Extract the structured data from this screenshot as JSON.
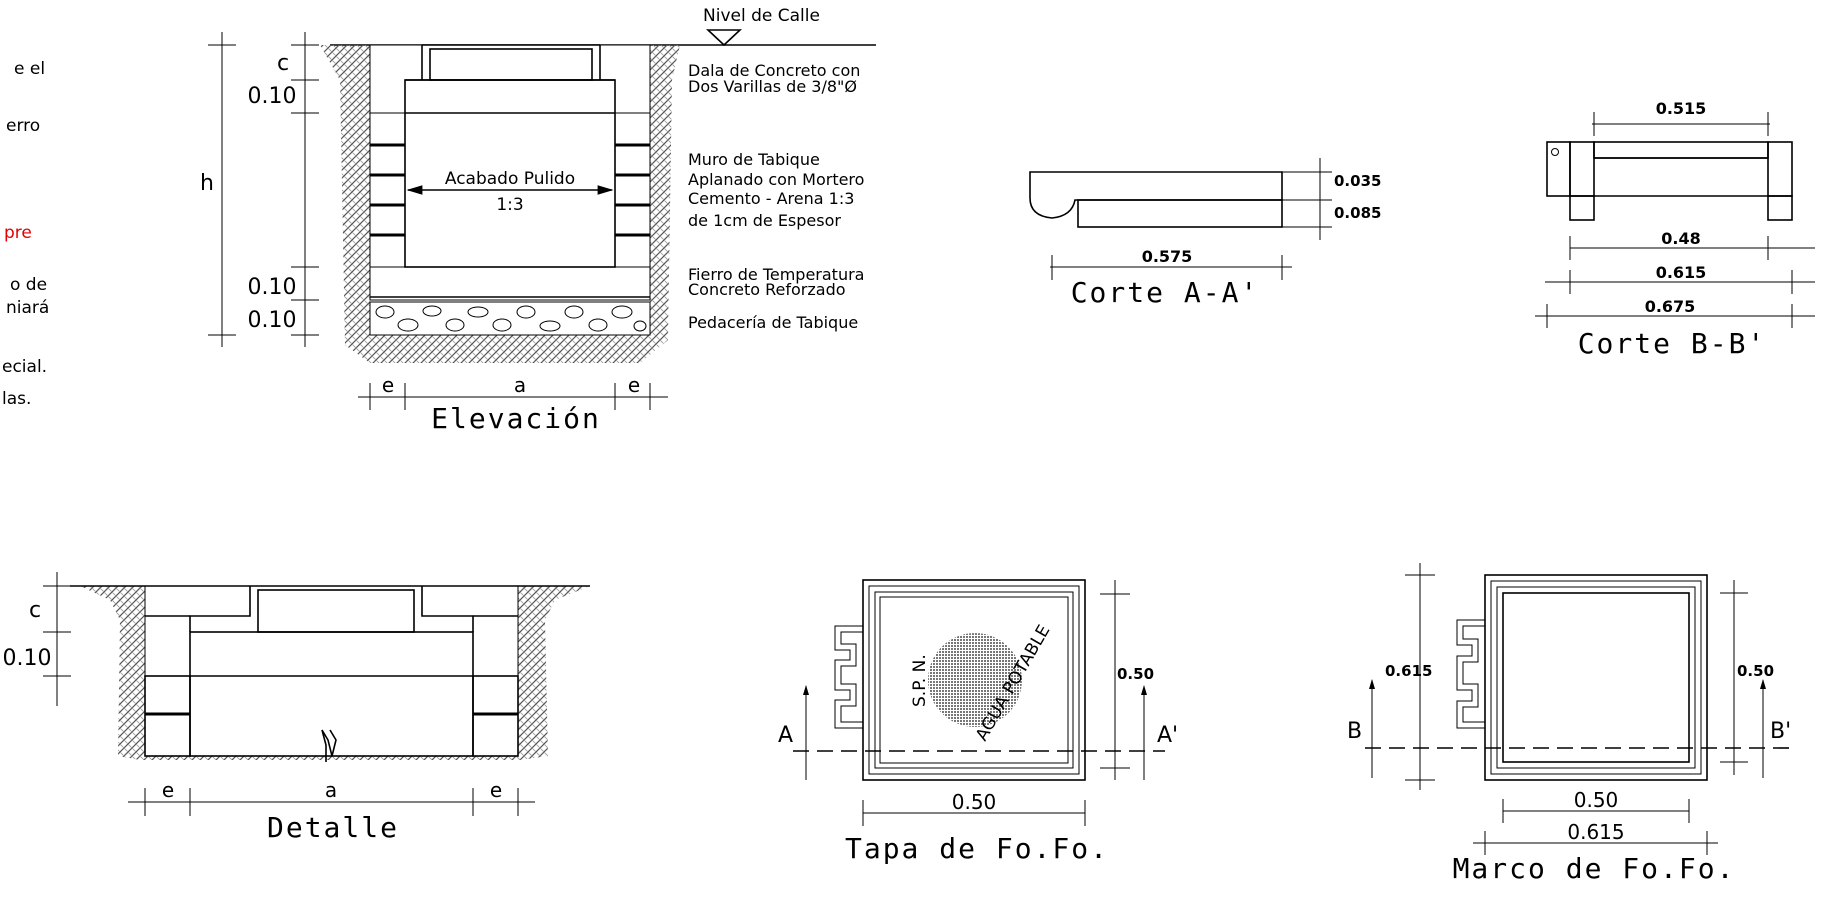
{
  "left_notes": [
    "e el",
    "erro",
    "pre",
    "o de",
    "niará",
    "ecial.",
    "las."
  ],
  "colors": {
    "ink": "#000000",
    "note_red": "#e00000",
    "gravel": "#888888"
  },
  "elevation": {
    "title": "Elevación",
    "street": "Nivel de Calle",
    "dims": {
      "c": "c",
      "h": "h",
      "slab": "0.10",
      "base1": "0.10",
      "base2": "0.10",
      "e": "e",
      "a": "a"
    },
    "labels": {
      "dala": [
        "Dala de Concreto con",
        "Dos Varillas de 3/8\"Ø"
      ],
      "muro": [
        "Muro de Tabique",
        "Aplanado con Mortero",
        "Cemento - Arena 1:3",
        "de 1cm de Espesor"
      ],
      "fierro": [
        "Fierro de Temperatura",
        "Concreto Reforzado"
      ],
      "pedaceria": "Pedacería de Tabique",
      "acabado": "Acabado Pulido",
      "ratio": "1:3"
    }
  },
  "corte_a": {
    "title": "Corte A-A'",
    "d1": "0.035",
    "d2": "0.085",
    "width": "0.575"
  },
  "corte_b": {
    "title": "Corte B-B'",
    "d_top": "0.515",
    "d_inner": "0.48",
    "d_mid": "0.615",
    "d_outer": "0.675"
  },
  "detalle": {
    "title": "Detalle",
    "c": "c",
    "slab": "0.10",
    "e": "e",
    "a": "a"
  },
  "tapa": {
    "title": "Tapa de Fo.Fo.",
    "width": "0.50",
    "height": "0.50",
    "sec_left": "A",
    "sec_right": "A'",
    "ring_left": "S.P. N.",
    "ring_right": "AGUA POTABLE"
  },
  "marco": {
    "title": "Marco de Fo.Fo.",
    "height_left": "0.615",
    "height_right": "0.50",
    "w_inner": "0.50",
    "w_outer": "0.615",
    "sec_left": "B",
    "sec_right": "B'"
  }
}
